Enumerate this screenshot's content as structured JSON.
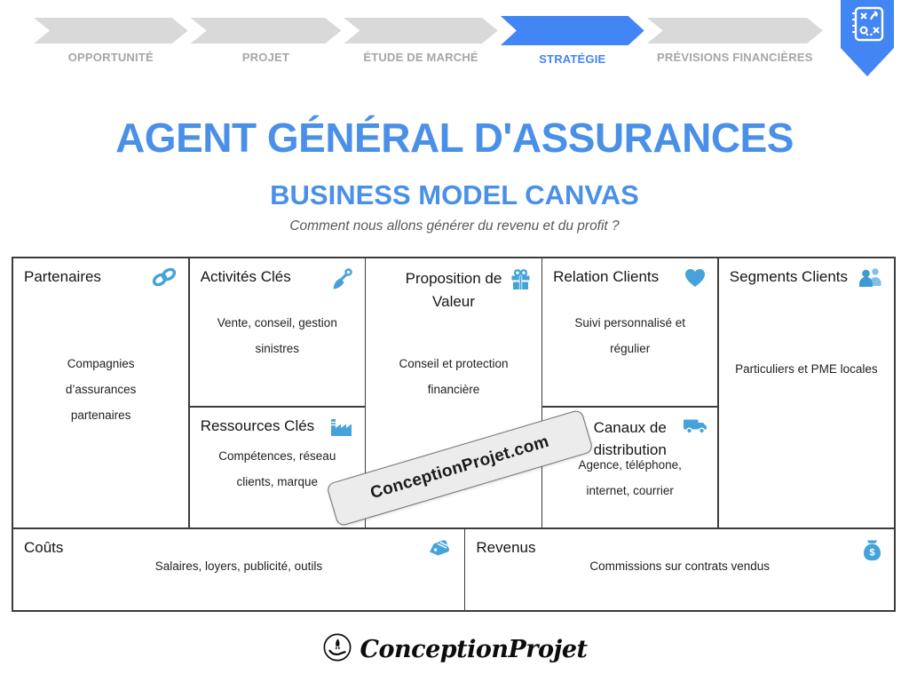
{
  "process_nav": {
    "steps": [
      {
        "label": "OPPORTUNITÉ",
        "active": false
      },
      {
        "label": "PROJET",
        "active": false
      },
      {
        "label": "ÉTUDE DE MARCHÉ",
        "active": false
      },
      {
        "label": "STRATÉGIE",
        "active": true
      },
      {
        "label": "PRÉVISIONS FINANCIÈRES",
        "active": false
      }
    ],
    "bookmark_icon": "strategy-plan-icon"
  },
  "header": {
    "title": "AGENT GÉNÉRAL D'ASSURANCES",
    "subtitle": "BUSINESS MODEL CANVAS",
    "tagline": "Comment nous allons générer du revenu et du profit ?"
  },
  "canvas": {
    "partners": {
      "title": "Partenaires",
      "icon": "link-icon",
      "content": "Compagnies d’assurances partenaires"
    },
    "key_activities": {
      "title": "Activités Clés",
      "icon": "shovel-icon",
      "content": "Vente, conseil, gestion sinistres"
    },
    "key_resources": {
      "title": "Ressources Clés",
      "icon": "factory-icon",
      "content": "Compétences, réseau clients, marque"
    },
    "value_proposition": {
      "title": "Proposition de Valeur",
      "icon": "gift-icon",
      "content": "Conseil et protection financière"
    },
    "customer_relations": {
      "title": "Relation Clients",
      "icon": "heart-icon",
      "content": "Suivi personnalisé et régulier"
    },
    "channels": {
      "title": "Canaux de distribution",
      "icon": "truck-icon",
      "content": "Agence, téléphone, internet, courrier"
    },
    "customer_segments": {
      "title": "Segments Clients",
      "icon": "people-icon",
      "content": "Particuliers et PME locales"
    },
    "costs": {
      "title": "Coûts",
      "icon": "tag-icon",
      "content": "Salaires, loyers, publicité, outils"
    },
    "revenues": {
      "title": "Revenus",
      "icon": "moneybag-icon",
      "content": "Commissions sur contrats vendus"
    }
  },
  "watermark": {
    "text": "ConceptionProjet.com"
  },
  "footer": {
    "logo_text": "ConceptionProjet",
    "logo_icon": "hand-rocket-icon"
  },
  "colors": {
    "accent_blue": "#4285f4",
    "title_blue": "#4a90e8",
    "icon_blue": "#45a3d9",
    "chevron_gray": "#d9d9d9",
    "label_gray": "#a6a6a6",
    "grid_border": "#3c3c3c"
  }
}
